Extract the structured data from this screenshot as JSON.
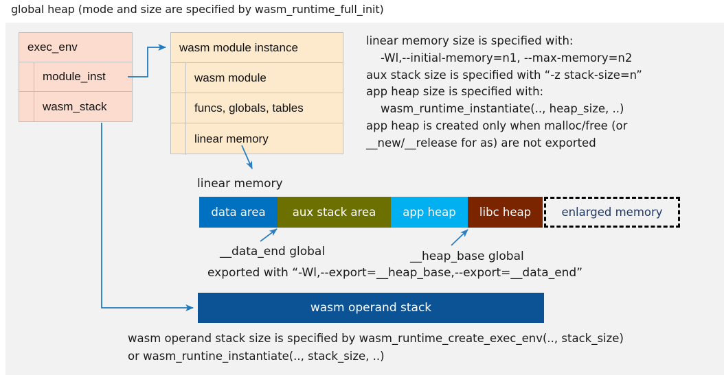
{
  "title": "global heap (mode and size are specified by wasm_runtime_full_init)",
  "exec_env": {
    "header": "exec_env",
    "rows": [
      {
        "label": "module_inst"
      },
      {
        "label": "wasm_stack"
      }
    ]
  },
  "module_instance": {
    "header": "wasm module instance",
    "rows": [
      {
        "label": "wasm module"
      },
      {
        "label": "funcs, globals, tables"
      },
      {
        "label": "linear memory"
      }
    ]
  },
  "info_block": {
    "lines": [
      "linear memory size is specified with:",
      "    -Wl,--initial-memory=n1, --max-memory=n2",
      "aux stack size is specified with “-z stack-size=n”",
      "app heap size is specified with:",
      "    wasm_runtime_instantiate(.., heap_size, ..)",
      "app heap is created only when malloc/free (or",
      "__new/__release for as) are not exported"
    ]
  },
  "linear_memory": {
    "caption": "linear memory",
    "segments": [
      {
        "label": "data area",
        "color": "#0070c0",
        "width": 114,
        "text_color": "#ffffff",
        "dashed": false
      },
      {
        "label": "aux stack area",
        "color": "#6b7000",
        "width": 165,
        "text_color": "#ffffff",
        "dashed": false
      },
      {
        "label": "app heap",
        "color": "#00b0f0",
        "width": 112,
        "text_color": "#ffffff",
        "dashed": false
      },
      {
        "label": "libc heap",
        "color": "#7b2500",
        "width": 109,
        "text_color": "#ffffff",
        "dashed": false
      },
      {
        "label": "enlarged memory",
        "color": "#f2f2f2",
        "width": 198,
        "text_color": "#1f3864",
        "dashed": true
      }
    ]
  },
  "annotations": {
    "data_end": "__data_end global",
    "heap_base": "__heap_base global",
    "exported_with": "exported with “-Wl,--export=__heap_base,--export=__data_end”"
  },
  "operand_stack": {
    "label": "wasm operand stack"
  },
  "bottom_caption": {
    "lines": [
      "wasm operand stack size is specified by wasm_runtime_create_exec_env(.., stack_size)",
      "or wasm_runtine_instantiate(.., stack_size, ..)"
    ]
  },
  "colors": {
    "backdrop": "#f2f2f2",
    "exec_env_fill": "#fbdcce",
    "module_instance_fill": "#fdeacd",
    "operand_stack_fill": "#0b5394",
    "connector": "#1f7ac0",
    "box_border": "#bfbfbf"
  }
}
